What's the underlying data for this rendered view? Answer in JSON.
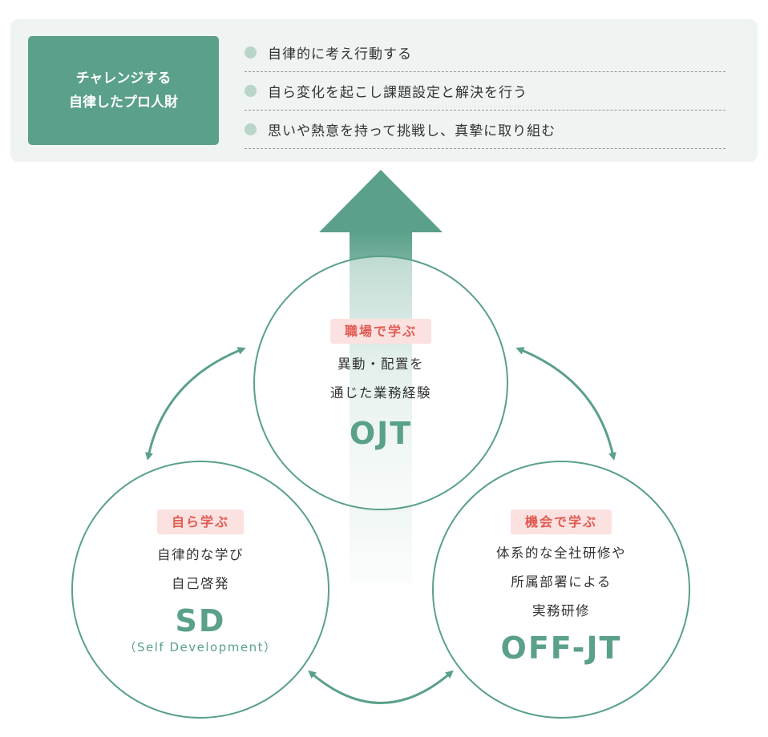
{
  "goal": {
    "badge_line1": "チャレンジする",
    "badge_line2": "自律したプロ人財",
    "items": [
      {
        "text": "自律的に考え行動する"
      },
      {
        "text": "自ら変化を起こし課題設定と解決を行う"
      },
      {
        "text": "思いや熱意を持って挑戦し、真摯に取り組む"
      }
    ]
  },
  "ojt": {
    "tag": "職場で学ぶ",
    "desc_line1": "異動・配置を",
    "desc_line2": "通じた業務経験",
    "acronym": "OJT"
  },
  "sd": {
    "tag": "自ら学ぶ",
    "desc_line1": "自律的な学び",
    "desc_line2": "自己啓発",
    "acronym": "SD",
    "subtitle": "（Self Development）"
  },
  "offjt": {
    "tag": "機会で学ぶ",
    "desc_line1": "体系的な全社研修や",
    "desc_line2": "所属部署による",
    "desc_line3": "実務研修",
    "acronym": "OFF-JT"
  },
  "colors": {
    "accent": "#5aa08a",
    "tag_bg": "#fbe1df",
    "tag_text": "#e05a52",
    "panel_bg": "#eff3f1",
    "bullet": "#b9d5c8"
  }
}
